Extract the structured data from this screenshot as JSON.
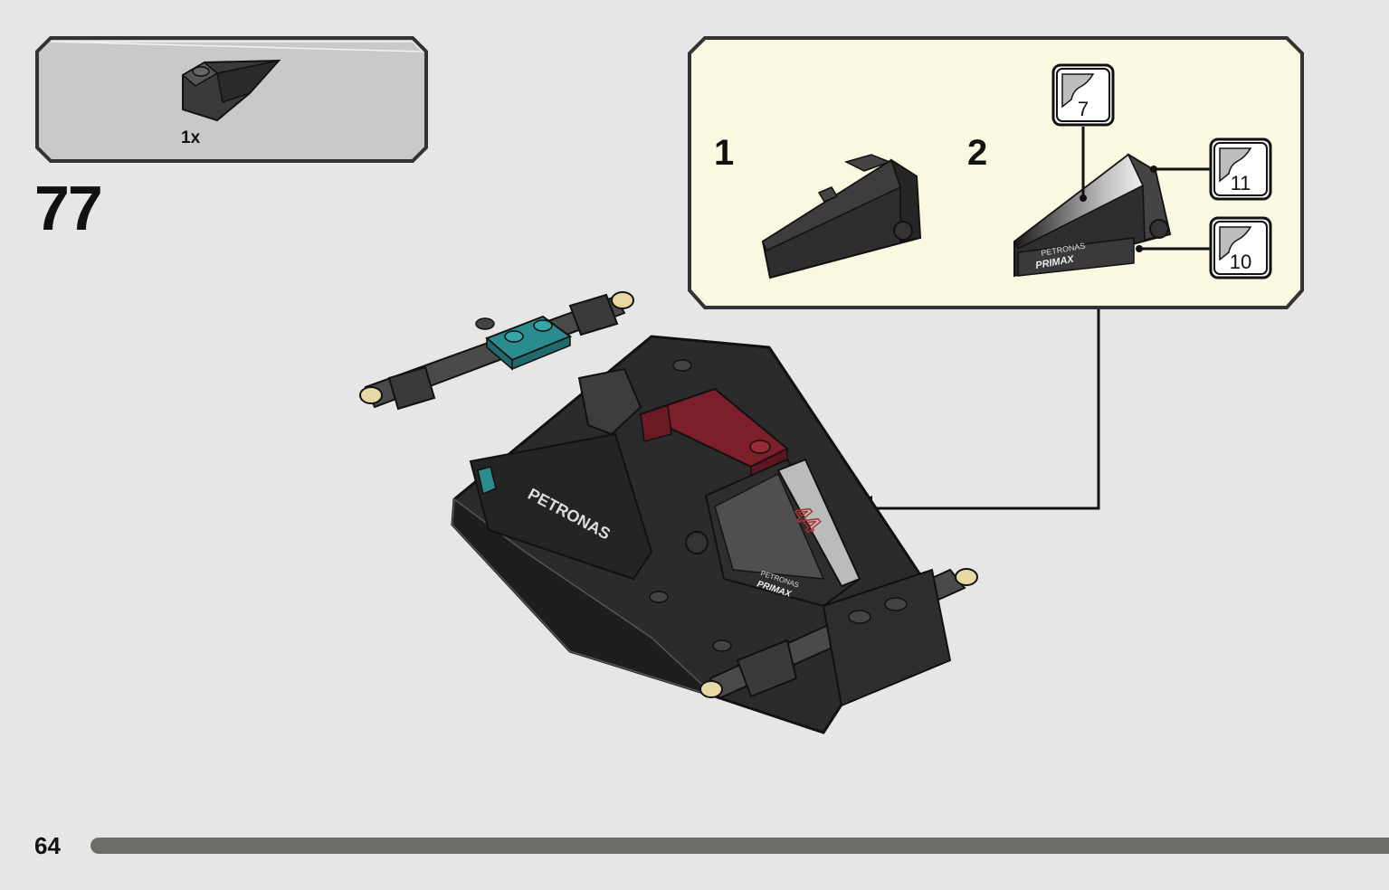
{
  "parts_list": {
    "count_label": "1x",
    "part_icon": "wedge-slope-brick-icon"
  },
  "step": {
    "number": "77"
  },
  "subassembly": {
    "step_1_label": "1",
    "step_2_label": "2",
    "stickers": [
      {
        "number": "7"
      },
      {
        "number": "11"
      },
      {
        "number": "10"
      }
    ],
    "sticker_text_line1": "PETRONAS",
    "sticker_text_line2": "PRIMAX"
  },
  "model": {
    "sidepod_text": "PETRONAS",
    "halo_text_line1": "PETRONAS",
    "halo_text_line2": "PRIMAX",
    "car_number": "44"
  },
  "footer": {
    "page_number": "64",
    "progress": 1.0
  },
  "colors": {
    "page_bg": "#e6e6e6",
    "parts_panel_bg": "#c9c9c9",
    "subassembly_bg": "#fbf8e2",
    "brick_dark": "#2b2b2b",
    "brick_teal": "#2a8c8c",
    "brick_red": "#7d1f2a",
    "pin_tan": "#e7d8a4",
    "progress": "#6e6c69"
  }
}
